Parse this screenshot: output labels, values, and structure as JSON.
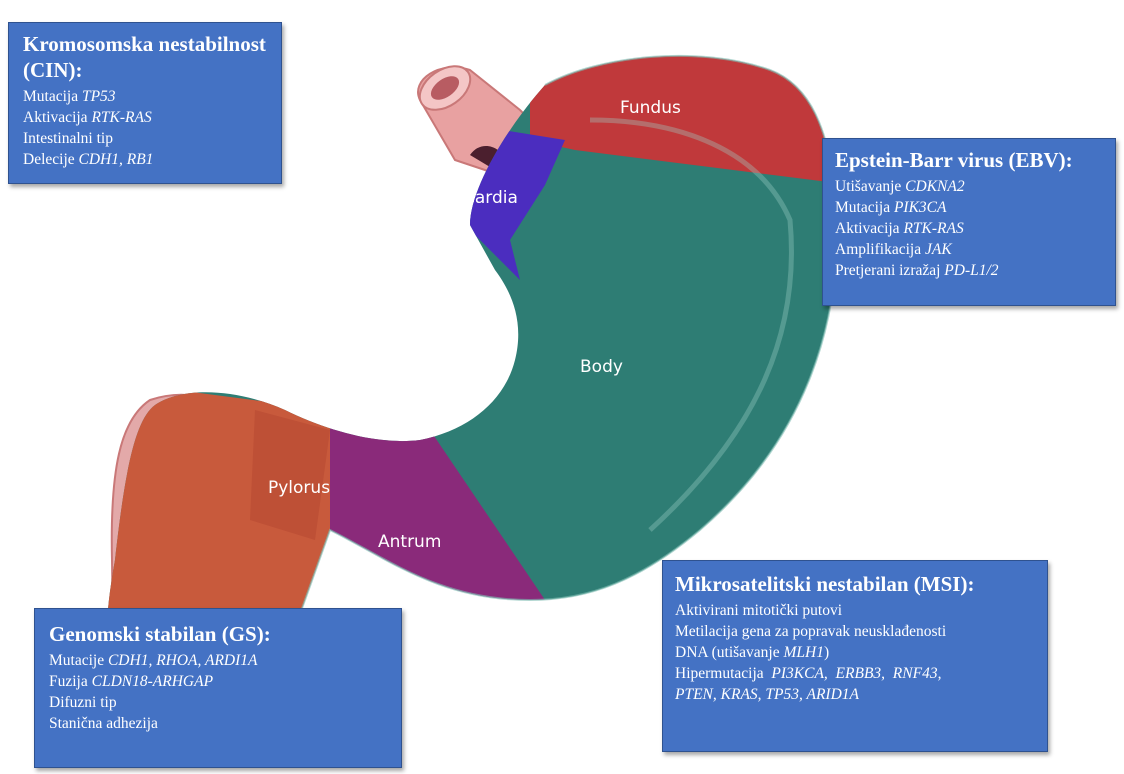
{
  "regions": {
    "fundus": "Fundus",
    "cardia": "Cardia",
    "body": "Body",
    "pylorus": "Pylorus",
    "antrum": "Antrum"
  },
  "colors": {
    "box_bg": "#4472c4",
    "fundus": "#c0393b",
    "cardia": "#4b2dbf",
    "body": "#2e7d74",
    "antrum": "#8a2a7a",
    "pylorus": "#c85a3c",
    "esophagus": "#e8a1a1"
  },
  "boxes": {
    "cin": {
      "title": "Kromosomska nestabilnost (CIN):",
      "l1_pre": "Mutacija ",
      "l1_it": "TP53",
      "l2_pre": "Aktivacija ",
      "l2_it": "RTK-RAS",
      "l3": "Intestinalni tip",
      "l4_pre": "Delecije ",
      "l4_it": "CDH1, RB1"
    },
    "ebv": {
      "title": "Epstein-Barr virus (EBV):",
      "l1_pre": "Utišavanje ",
      "l1_it": "CDKNA2",
      "l2_pre": "Mutacija ",
      "l2_it": "PIK3CA",
      "l3_pre": "Aktivacija ",
      "l3_it": "RTK-RAS",
      "l4_pre": "Amplifikacija ",
      "l4_it": "JAK",
      "l5_pre": "Pretjerani izražaj ",
      "l5_it": "PD-L1/2"
    },
    "gs": {
      "title": "Genomski stabilan (GS):",
      "l1_pre": "Mutacije ",
      "l1_it": "CDH1, RHOA, ARDI1A",
      "l2_pre": "Fuzija ",
      "l2_it": "CLDN18-ARHGAP",
      "l3": "Difuzni tip",
      "l4": "Stanična adhezija"
    },
    "msi": {
      "title": "Mikrosatelitski nestabilan (MSI):",
      "l1": "Aktivirani mitotički putovi",
      "l2": "Metilacija gena za popravak neusklađenosti",
      "l3_pre": "DNA (utišavanje ",
      "l3_it": "MLH1",
      "l3_post": ")",
      "l4_pre": "Hipermutacija  ",
      "l4_it": "PI3KCA,  ERBB3,  RNF43,",
      "l5_it": "PTEN, KRAS, TP53, ARID1A"
    }
  }
}
